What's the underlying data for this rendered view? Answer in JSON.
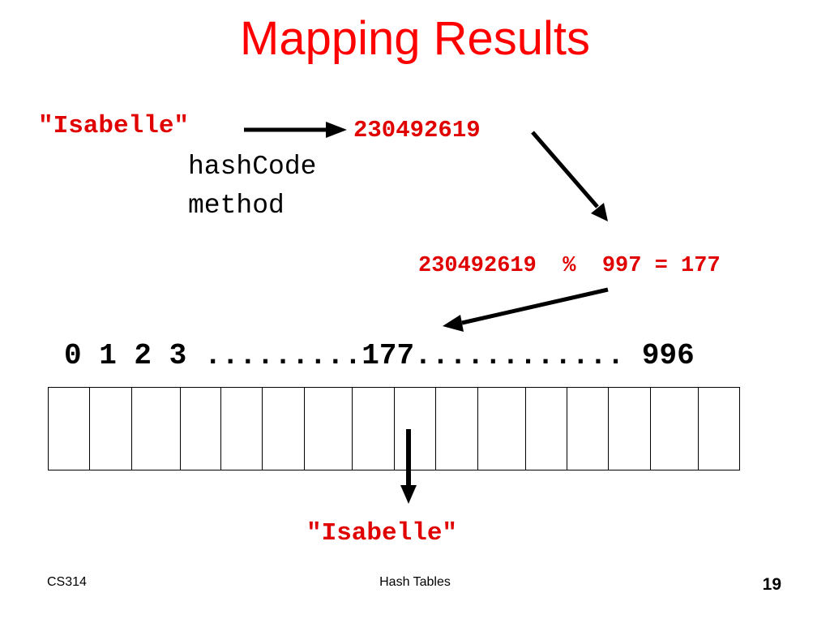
{
  "slide": {
    "title": "Mapping Results",
    "key_input": "\"Isabelle\"",
    "hash_value": "230492619",
    "method_line1": "hashCode",
    "method_line2": "method",
    "mod_expression": "230492619  %  997 = 177",
    "index_line": "0 1 2 3 .........177............ 996",
    "table_cell_count": 16,
    "key_output": "\"Isabelle\""
  },
  "footer": {
    "course": "CS314",
    "topic": "Hash Tables",
    "page_number": "19"
  },
  "colors": {
    "title": "#ff0000",
    "highlight": "#e00000",
    "text": "#000000",
    "background": "#ffffff"
  }
}
